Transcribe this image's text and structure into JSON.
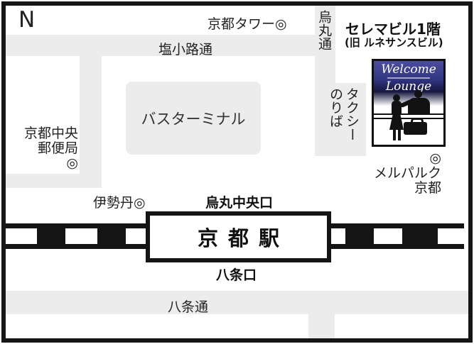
{
  "map": {
    "compass": {
      "label": "N"
    },
    "streets": {
      "shiokoji": "塩小路通",
      "karasuma": "烏丸通",
      "hachijo": "八条通"
    },
    "landmarks": {
      "kyoto_tower": "京都タワー◎",
      "post_office": "京都中央\n郵便局\n◎",
      "bus_terminal": "バスターミナル",
      "taxi_stand": "タクシー\nのりば",
      "isetan": "伊勢丹◎",
      "mielparque": "◎\nメルパルク\n京都"
    },
    "destination": {
      "building": "セレマビル1階",
      "former_name": "(旧 ルネサンスビル)"
    },
    "lounge_sign": {
      "line1": "Welcome",
      "line2": "Lounge"
    },
    "station": {
      "name": "京都駅",
      "north_exit": "烏丸中央口",
      "south_exit": "八条口"
    },
    "colors": {
      "road_gray": "#ececec",
      "line_black": "#141414",
      "lounge_navy": "#30337f"
    }
  }
}
